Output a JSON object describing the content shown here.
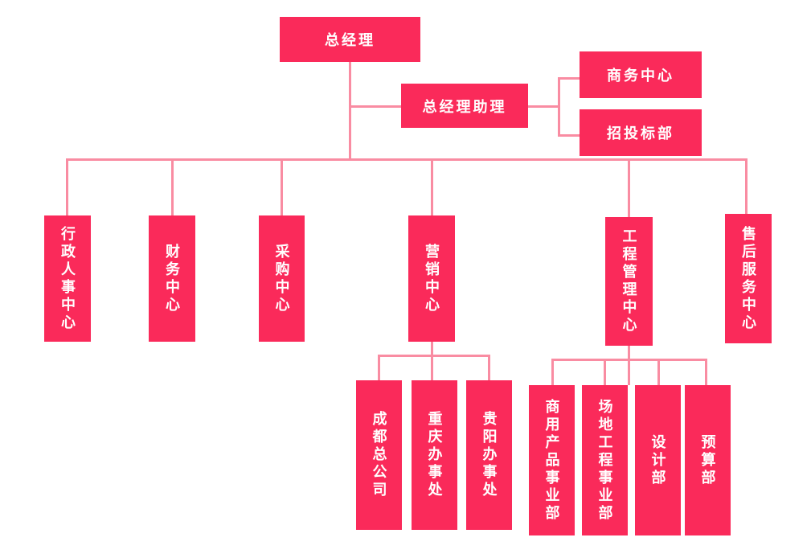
{
  "colors": {
    "node_fill": "#FA2A5A",
    "connector": "#F98CA2",
    "node_text": "#FFFFFF",
    "background": "#FFFFFF"
  },
  "nodes": {
    "gm": {
      "label": "总经理"
    },
    "assistant": {
      "label": "总经理助理"
    },
    "business": {
      "label": "商务中心"
    },
    "bidding": {
      "label": "招投标部"
    },
    "admin_hr": {
      "label": "行政人事中心"
    },
    "finance": {
      "label": "财务中心"
    },
    "procurement": {
      "label": "采购中心"
    },
    "marketing": {
      "label": "营销中心"
    },
    "engineering": {
      "label": "工程管理中心"
    },
    "aftersales": {
      "label": "售后服务中心"
    },
    "chengdu": {
      "label": "成都总公司"
    },
    "chongqing": {
      "label": "重庆办事处"
    },
    "guiyang": {
      "label": "贵阳办事处"
    },
    "commercial": {
      "label": "商用产品事业部"
    },
    "site": {
      "label": "场地工程事业部"
    },
    "design": {
      "label": "设计部"
    },
    "budget": {
      "label": "预算部"
    }
  },
  "hierarchy": {
    "root": "总经理",
    "staff_assistant": {
      "label": "总经理助理",
      "children": [
        "商务中心",
        "招投标部"
      ]
    },
    "departments": [
      "行政人事中心",
      "财务中心",
      "采购中心",
      "营销中心",
      "工程管理中心",
      "售后服务中心"
    ],
    "营销中心_children": [
      "成都总公司",
      "重庆办事处",
      "贵阳办事处"
    ],
    "工程管理中心_children": [
      "商用产品事业部",
      "场地工程事业部",
      "设计部",
      "预算部"
    ]
  }
}
